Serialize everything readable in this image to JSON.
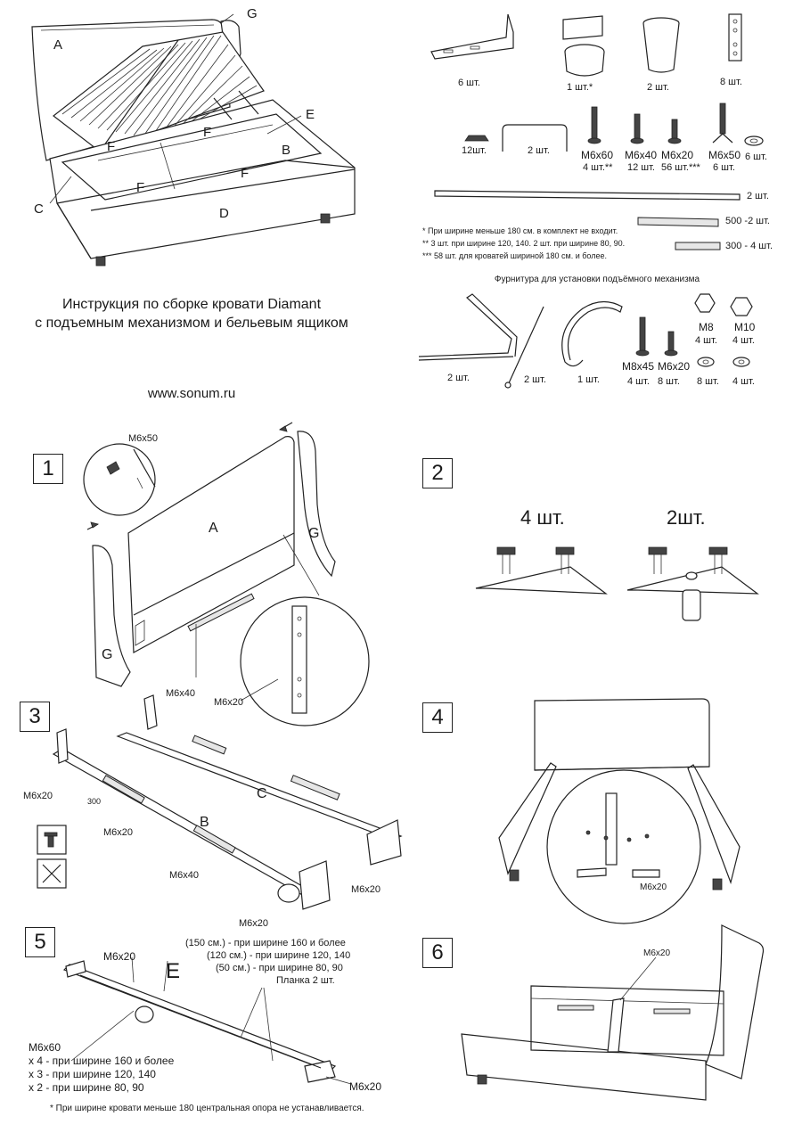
{
  "title_line1": "Инструкция по сборке кровати Diamant",
  "title_line2": "с подъемным механизмом и бельевым ящиком",
  "website": "www.sonum.ru",
  "overview_labels": {
    "a": "A",
    "g": "G",
    "e": "E",
    "f1": "F",
    "f2": "F",
    "f3": "F",
    "f4": "F",
    "b": "B",
    "c": "C",
    "d": "D"
  },
  "parts": {
    "bracket": "6 шт.",
    "leg_mount": "1 шт.*",
    "foot": "2 шт.",
    "hinge_plate": "8 шт.",
    "slat_holder": "12шт.",
    "u_rod": "2 шт.",
    "bolt1_name": "M6x60",
    "bolt1_qty": "4 шт.**",
    "bolt2_name": "M6x40",
    "bolt2_qty": "12 шт.",
    "bolt3_name": "M6x20",
    "bolt3_qty": "56 шт.***",
    "bolt4_name": "M6x50",
    "bolt4_qty": "6 шт.",
    "washer_qty": "6 шт.",
    "long_bar_qty": "2 шт.",
    "bar500": "500 -2 шт.",
    "bar300": "300 - 4 шт.",
    "note1": "* При ширине меньше 180 см. в комплект не входит.",
    "note2": "** 3 шт. при ширине  120, 140. 2 шт. при ширине 80, 90.",
    "note3": "*** 58 шт. для кроватей шириной 180 см. и более."
  },
  "mechanism": {
    "heading": "Фурнитура для установки подъёмного механизма",
    "lift_qty": "2 шт.",
    "gas_qty": "2 шт.",
    "strap_qty": "1 шт.",
    "bolt_a_name": "M8x45",
    "bolt_a_qty": "4 шт.",
    "bolt_b_name": "M6x20",
    "bolt_b_qty": "8 шт.",
    "nut_a_name": "M8",
    "nut_a_qty": "4 шт.",
    "nut_b_name": "M10",
    "nut_b_qty": "4 шт.",
    "washer_a_qty": "8 шт.",
    "washer_b_qty": "4 шт."
  },
  "step1": {
    "num": "1",
    "bolt": "M6x50",
    "bolt2": "M6x20",
    "label_a": "A",
    "label_g1": "G",
    "label_g2": "G"
  },
  "step2": {
    "num": "2",
    "left_qty": "4 шт.",
    "right_qty": "2шт."
  },
  "step3": {
    "num": "3",
    "m6x40_top": "M6x40",
    "m6x20_left": "M6x20",
    "dim300": "300",
    "m6x20_mid": "M6x20",
    "label_b": "B",
    "label_c": "C",
    "m6x40_bottom": "M6x40",
    "m6x20_right": "M6x20",
    "m6x20_bottom": "M6x20"
  },
  "step4": {
    "num": "4",
    "bolt": "M6x20"
  },
  "step5": {
    "num": "5",
    "bolt_top": "M6x20",
    "label_e": "E",
    "line1": "(150 см.) - при ширине 160 и более",
    "line2": "(120 см.) - при ширине 120, 140",
    "line3": "(50 см.) - при ширине 80, 90",
    "line4": "Планка 2 шт.",
    "m6x60": "M6x60",
    "qty1": "x 4 - при ширине 160 и более",
    "qty2": "x 3 - при ширине 120, 140",
    "qty3": "x 2 - при ширине 80, 90",
    "bolt_bottom": "M6x20",
    "footnote": "* При ширине кровати меньше 180 центральная опора не устанавливается."
  },
  "step6": {
    "num": "6",
    "bolt": "M6x20"
  }
}
